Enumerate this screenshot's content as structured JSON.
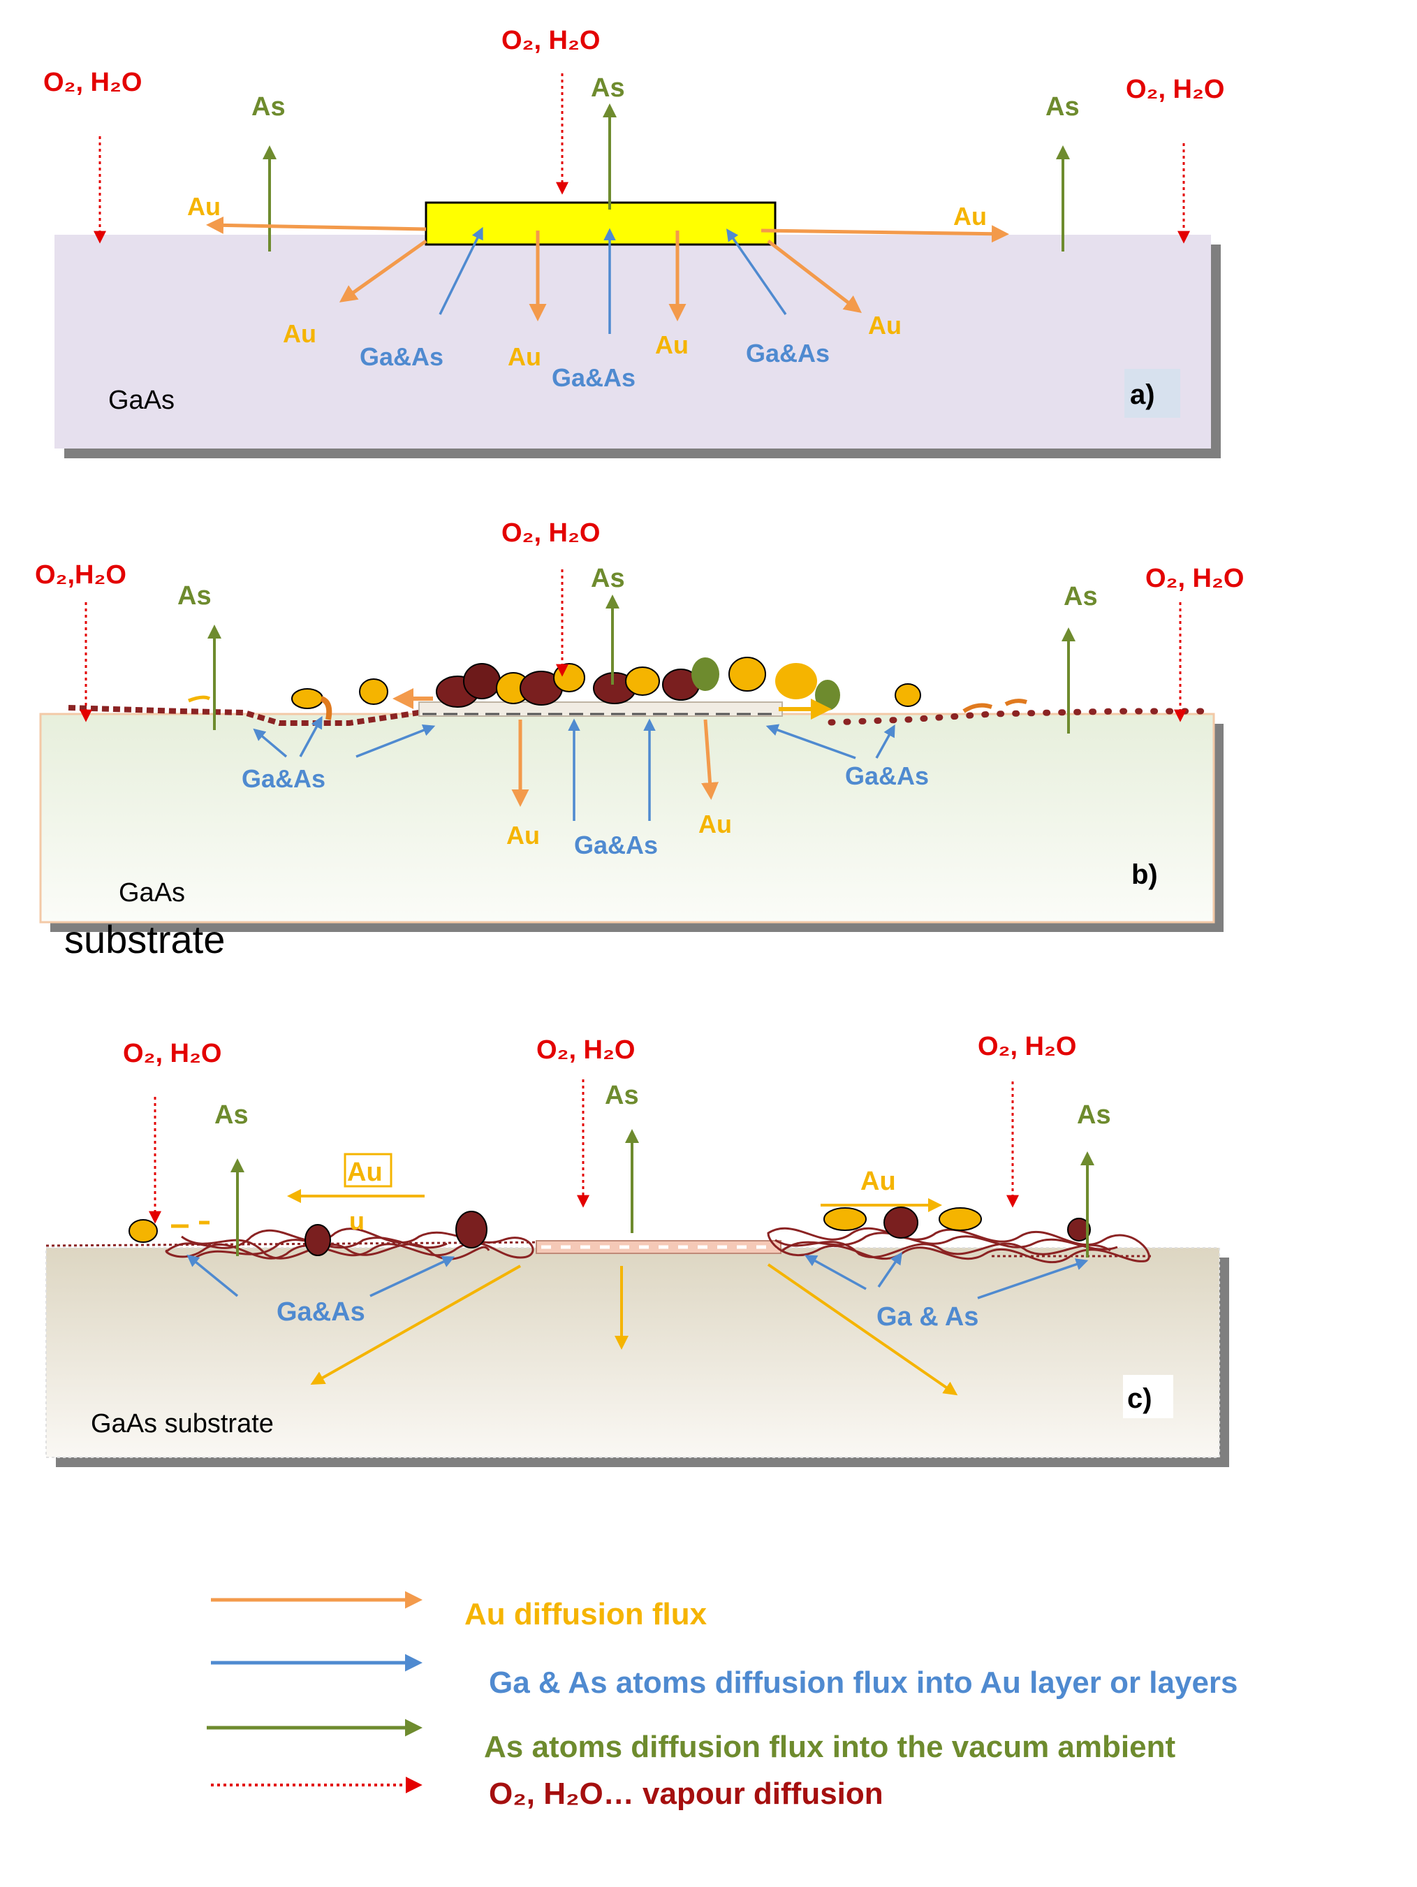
{
  "colors": {
    "au": "#F39A4B",
    "au_text": "#F5B400",
    "gaas_flux": "#4F8AD0",
    "as_flux": "#6E8B2E",
    "vapour": "#E30000",
    "oxide": "#8B2323",
    "gold_film": "#FFFF00"
  },
  "labels": {
    "o2h2o": "O₂, H₂O",
    "o2h2o_nospace": "O₂,H₂O",
    "as": "As",
    "au": "Au",
    "au_u": "u",
    "gaas": "Ga&As",
    "ga_as_spaced": "Ga & As"
  },
  "panel_a": {
    "substrate": "GaAs",
    "tag": "a)"
  },
  "panel_b": {
    "substrate": "GaAs",
    "substrate_word": "substrate",
    "tag": "b)"
  },
  "panel_c": {
    "substrate": "GaAs substrate",
    "tag": "c)"
  },
  "legend": [
    {
      "text": "Au diffusion flux"
    },
    {
      "text": "Ga & As  atoms diffusion flux into Au layer or  layers"
    },
    {
      "text": "As  atoms diffusion flux into the vacum ambient"
    },
    {
      "text": "O₂, H₂O… vapour  diffusion"
    }
  ]
}
